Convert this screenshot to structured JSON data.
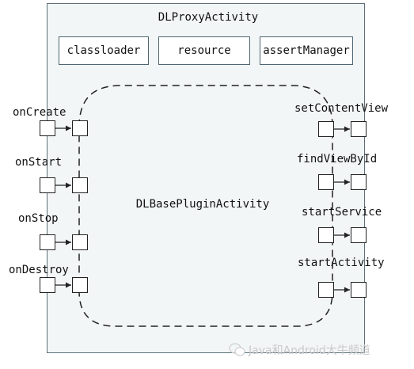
{
  "diagram": {
    "proxy_title": "DLProxyActivity",
    "resources": [
      "classloader",
      "resource",
      "assertManager"
    ],
    "plugin_title": "DLBasePluginActivity",
    "left_methods": [
      "onCreate",
      "onStart",
      "onStop",
      "onDestroy"
    ],
    "right_methods": [
      "setContentView",
      "findViewById",
      "startService",
      "startActivity"
    ]
  },
  "watermark": {
    "text": "Java和Android大牛频道",
    "icon": "wechat-icon"
  },
  "colors": {
    "outer_fill": "#f2f6f7",
    "outer_border": "#5c6f7a",
    "line": "#222222"
  }
}
